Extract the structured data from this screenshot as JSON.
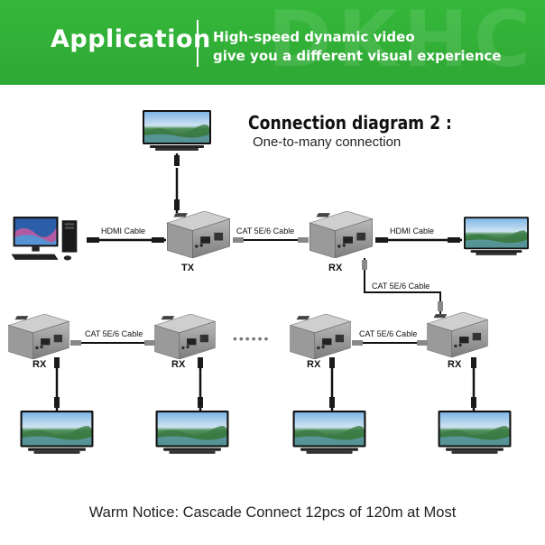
{
  "banner": {
    "title": "Application",
    "subtitle_line1": "High-speed dynamic video",
    "subtitle_line2": "give you a different visual experience",
    "watermark": "DKHC",
    "color": "#30ad36"
  },
  "diagram": {
    "title": "Connection diagram 2 :",
    "subtitle": "One-to-many connection"
  },
  "labels": {
    "hdmi_cable": "HDMI Cable",
    "cat_cable": "CAT 5E/6 Cable",
    "tx": "TX",
    "rx": "RX",
    "dots": "••••••"
  },
  "notice": "Warm Notice: Cascade Connect 12pcs of 120m at Most"
}
